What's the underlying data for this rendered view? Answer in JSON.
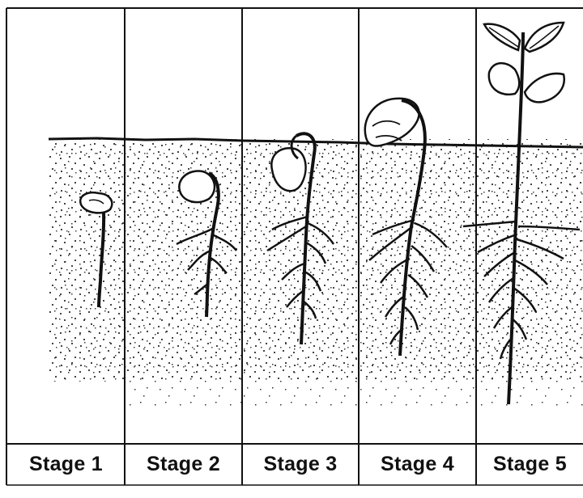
{
  "colors": {
    "ink": "#111111",
    "background": "#ffffff",
    "soil_speckle": "#222222"
  },
  "stages": [
    {
      "label": "Stage 1"
    },
    {
      "label": "Stage 2"
    },
    {
      "label": "Stage 3"
    },
    {
      "label": "Stage 4"
    },
    {
      "label": "Stage 5"
    }
  ]
}
